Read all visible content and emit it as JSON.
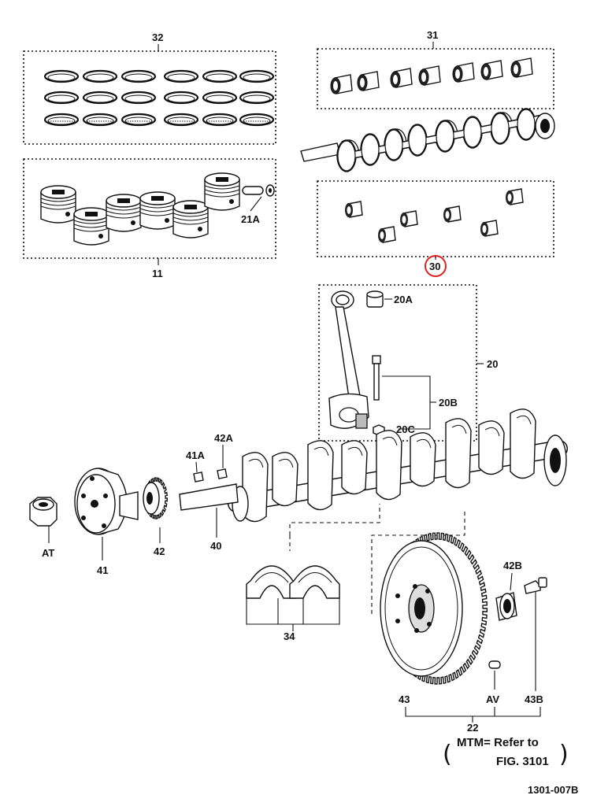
{
  "figure_code": "1301-007B",
  "note": {
    "line1": "MTM= Refer to",
    "line2": "FIG. 3101"
  },
  "callouts": {
    "c32": "32",
    "c31": "31",
    "c11": "11",
    "c21A": "21A",
    "c30": "30",
    "c20": "20",
    "c20A": "20A",
    "c20B": "20B",
    "c20C": "20C",
    "c42A": "42A",
    "c41A": "41A",
    "cAT": "AT",
    "c41": "41",
    "c42": "42",
    "c40": "40",
    "c34": "34",
    "c42B": "42B",
    "c43": "43",
    "cAV": "AV",
    "c43B": "43B",
    "c22": "22"
  },
  "highlight": {
    "part": "30",
    "color": "#e02020"
  }
}
